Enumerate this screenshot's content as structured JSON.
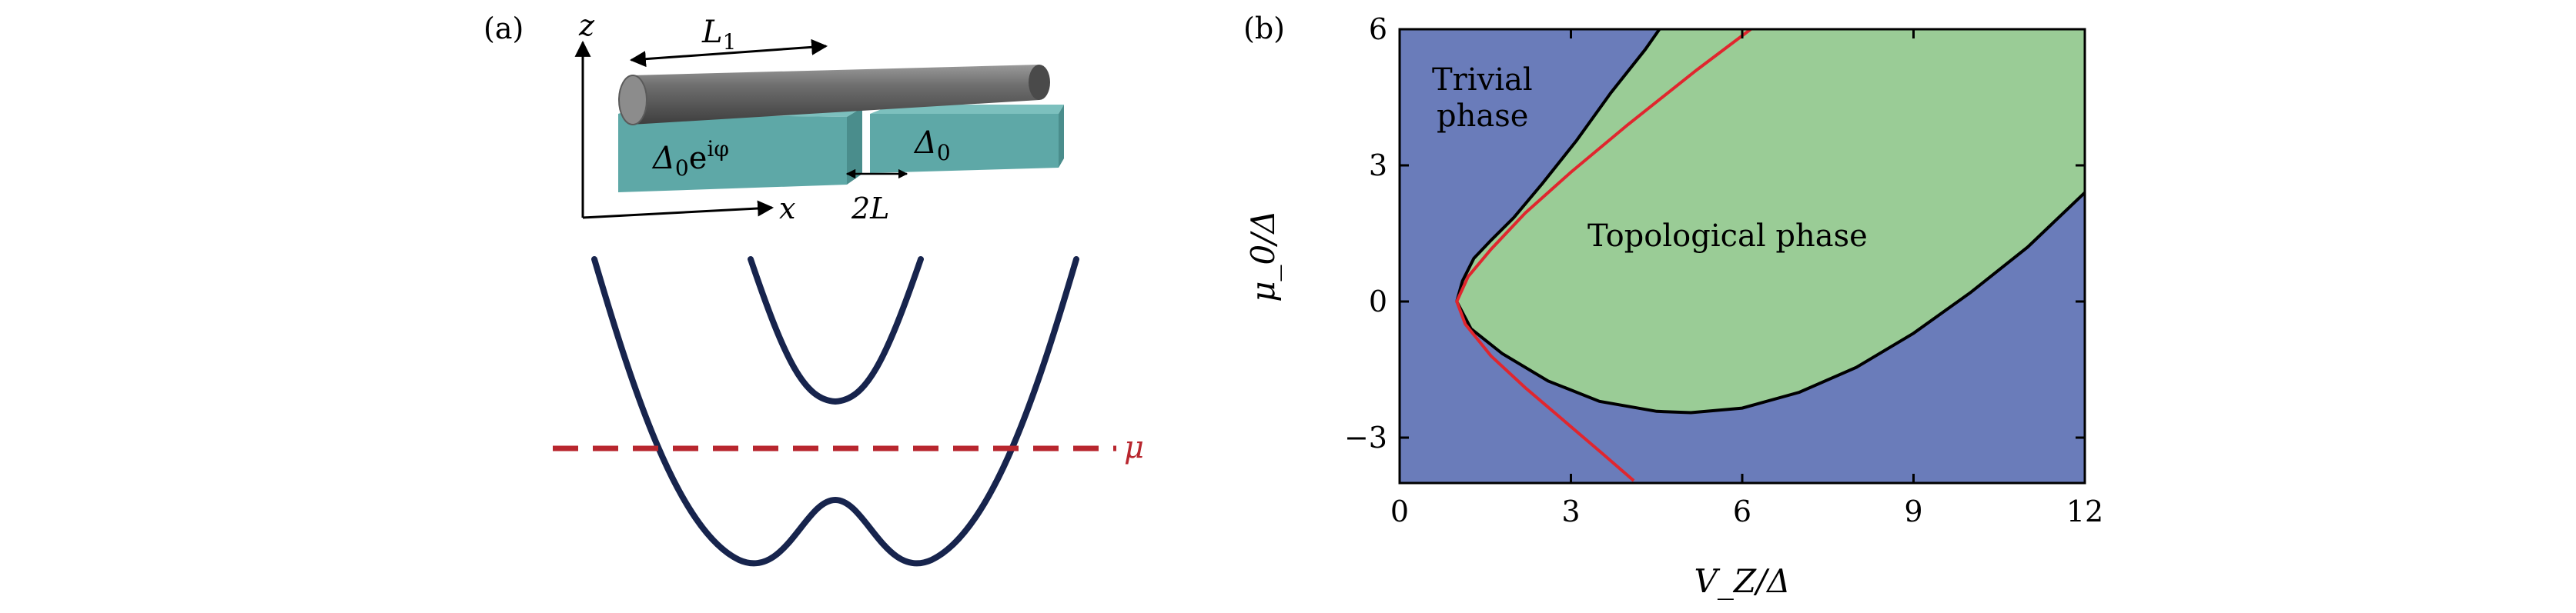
{
  "panel_a": {
    "label": "(a)",
    "axes": {
      "z": "z",
      "x": "x"
    },
    "dimensions": {
      "length": "L",
      "length_sub": "1",
      "gap": "2L"
    },
    "superconductors": {
      "left": {
        "sym": "Δ",
        "sub": "0",
        "phase": "e",
        "phase_sup": "iφ"
      },
      "right": {
        "sym": "Δ",
        "sub": "0"
      }
    },
    "chemical_potential": {
      "label": "μ",
      "color": "#b8262e"
    },
    "colors": {
      "band": "#17244d",
      "substrate": "#5ea8a7",
      "wire": "#5b5b5b"
    }
  },
  "panel_b": {
    "label": "(b)",
    "region_labels": {
      "trivial_line1": "Trivial",
      "trivial_line2": "phase",
      "topological": "Topological phase"
    },
    "colors": {
      "trivial": "#6a7cba",
      "topological": "#9acc96",
      "boundary": "#000000",
      "red_curve": "#e0262e"
    }
  },
  "chart_data": {
    "type": "area",
    "title": "",
    "xlabel": "V_Z/Δ",
    "ylabel": "μ_0/Δ",
    "xlim": [
      0,
      12
    ],
    "ylim": [
      -4,
      6
    ],
    "x_ticks": [
      "0",
      "3",
      "6",
      "9",
      "12"
    ],
    "y_ticks": [
      "6",
      "3",
      "0",
      "−3"
    ],
    "grid": false,
    "legend": "none",
    "series": [
      {
        "kind": "boundary",
        "points": [
          [
            1.0,
            0
          ],
          [
            1.1,
            0.45
          ],
          [
            1.3,
            0.95
          ],
          [
            1.6,
            1.35
          ],
          [
            2.0,
            1.85
          ],
          [
            2.5,
            2.6
          ],
          [
            3.1,
            3.55
          ],
          [
            3.7,
            4.6
          ],
          [
            4.3,
            5.55
          ],
          [
            4.55,
            6.0
          ]
        ],
        "color": "#000000"
      },
      {
        "kind": "boundary",
        "points": [
          [
            1.0,
            0
          ],
          [
            1.25,
            -0.6
          ],
          [
            1.8,
            -1.15
          ],
          [
            2.6,
            -1.75
          ],
          [
            3.5,
            -2.2
          ],
          [
            4.5,
            -2.42
          ],
          [
            5.1,
            -2.45
          ],
          [
            6.0,
            -2.35
          ],
          [
            7.0,
            -2.0
          ],
          [
            8.0,
            -1.45
          ],
          [
            9.0,
            -0.7
          ],
          [
            10.0,
            0.2
          ],
          [
            11.0,
            1.2
          ],
          [
            12.0,
            2.4
          ]
        ],
        "color": "#000000"
      },
      {
        "kind": "red",
        "points": [
          [
            6.15,
            6.0
          ],
          [
            5.2,
            5.1
          ],
          [
            4.0,
            3.9
          ],
          [
            3.0,
            2.85
          ],
          [
            2.2,
            1.95
          ],
          [
            1.6,
            1.15
          ],
          [
            1.2,
            0.55
          ],
          [
            1.0,
            0
          ],
          [
            1.15,
            -0.5
          ],
          [
            1.6,
            -1.2
          ],
          [
            2.2,
            -1.9
          ],
          [
            2.9,
            -2.65
          ],
          [
            3.55,
            -3.35
          ],
          [
            4.1,
            -3.95
          ]
        ],
        "color": "#e0262e"
      }
    ]
  }
}
